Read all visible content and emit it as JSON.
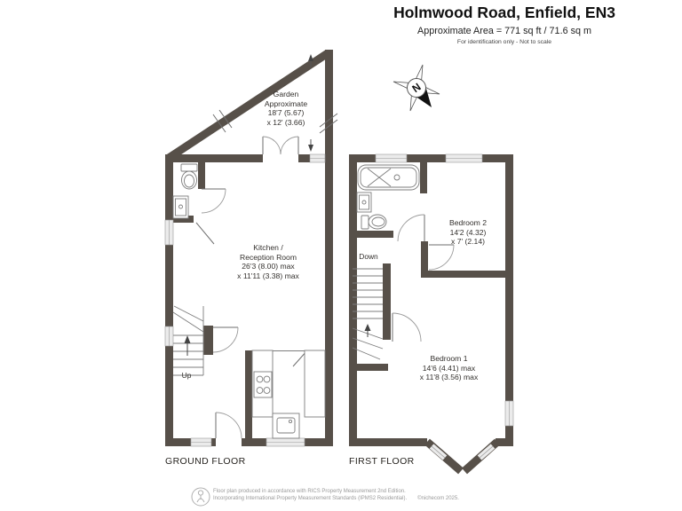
{
  "header": {
    "title": "Holmwood Road, Enfield, EN3",
    "area_line": "Approximate Area = 771 sq ft / 71.6 sq m",
    "note_line": "For identification only - Not to scale"
  },
  "compass": {
    "label": "N"
  },
  "ground_floor": {
    "label": "GROUND FLOOR",
    "stairs_label": "Up",
    "garden": {
      "lines": [
        "Garden",
        "Approximate",
        "18'7 (5.67)",
        "x 12' (3.66)"
      ]
    },
    "kitchen_reception": {
      "lines": [
        "Kitchen /",
        "Reception Room",
        "26'3 (8.00) max",
        "x 11'11 (3.38) max"
      ]
    }
  },
  "first_floor": {
    "label": "FIRST FLOOR",
    "stairs_label": "Down",
    "bedroom_2": {
      "lines": [
        "Bedroom 2",
        "14'2 (4.32)",
        "x 7' (2.14)"
      ]
    },
    "bedroom_1": {
      "lines": [
        "Bedroom 1",
        "14'6 (4.41) max",
        "x 11'8 (3.56) max"
      ]
    }
  },
  "footer": {
    "line1": "Floor plan produced in accordance with RICS Property Measurement 2nd Edition.",
    "line2": "Incorporating International Property Measurement Standards (IPMS2 Residential).",
    "copyright": "©nichecom 2025."
  },
  "colors": {
    "wall": "#575049",
    "window_fill": "#ebebeb",
    "thin_line": "#7d7d7d",
    "text": "#2e2e2e",
    "footer_text": "#9a9a9a"
  }
}
